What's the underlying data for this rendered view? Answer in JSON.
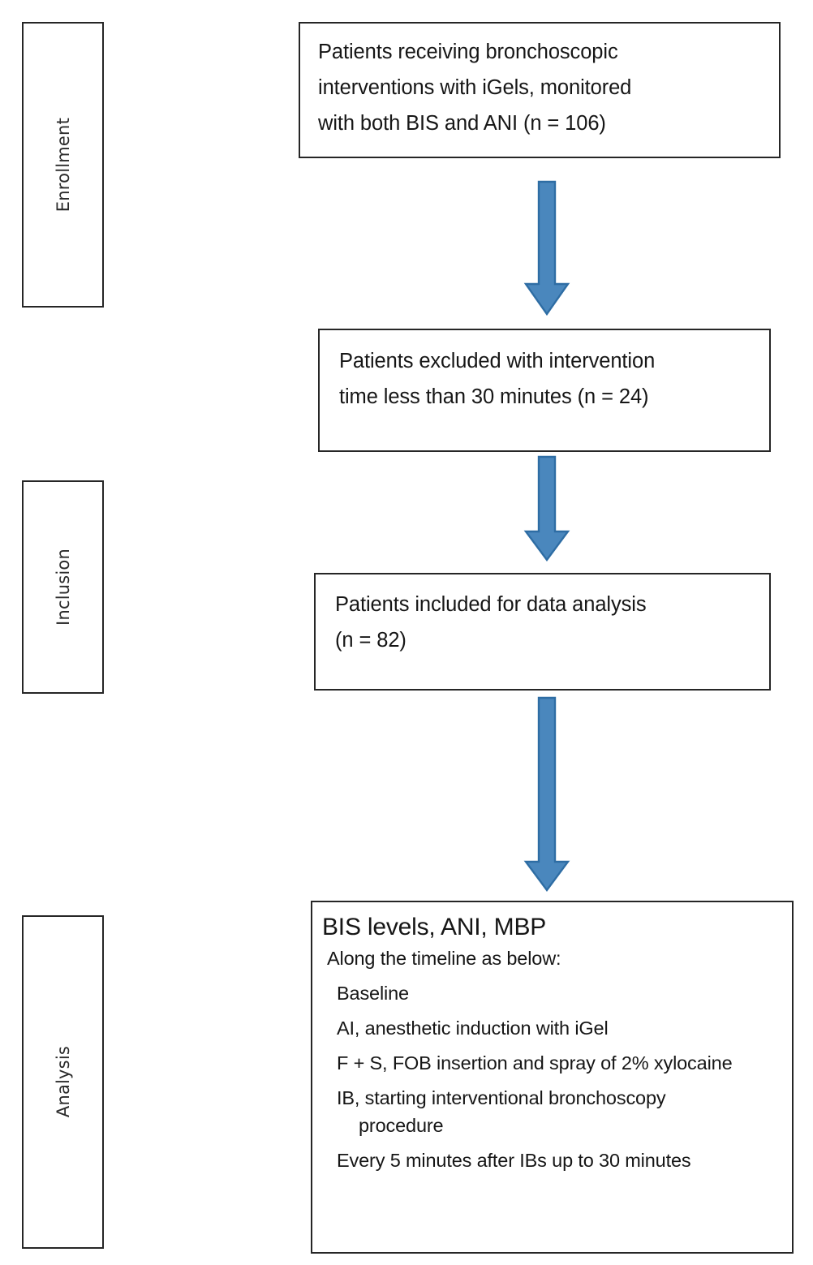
{
  "diagram": {
    "title": "Study enrollment, inclusion and analysis flow diagram",
    "accent_color": "#4a87bd",
    "accent_stroke_color": "#2e6da4",
    "box_border_color": "#262626",
    "background_color": "#ffffff",
    "text_color": "#161616"
  },
  "stages": [
    {
      "label": "Enrollment"
    },
    {
      "label": "Inclusion"
    },
    {
      "label": "Analysis"
    }
  ],
  "boxes": [
    {
      "id": "enrollment-box",
      "text": "Patients receiving bronchoscopic\ninterventions with iGels, monitored\nwith both BIS and ANI (n = 106)",
      "n_value": "106"
    },
    {
      "id": "excluded-box",
      "text": "Patients excluded with intervention\ntime less than 30 minutes (n = 24)",
      "n_value": "24"
    },
    {
      "id": "included-box",
      "text": "Patients included for data analysis\n(n = 82)",
      "n_value": "82"
    }
  ],
  "analysis_box": {
    "title": "BIS levels, ANI, MBP",
    "lines": [
      "Along the timeline as below:",
      "Baseline",
      "AI, anesthetic induction with iGel",
      "F + S, FOB insertion and spray of 2% xylocaine",
      "IB, starting interventional bronchoscopy",
      "procedure",
      "Every 5 minutes after IBs up to 30 minutes"
    ]
  },
  "arrows": [
    {
      "id": "arrow-enrollment-to-excluded",
      "direction": "down"
    },
    {
      "id": "arrow-excluded-to-included",
      "direction": "down"
    },
    {
      "id": "arrow-included-to-analysis",
      "direction": "down"
    }
  ]
}
